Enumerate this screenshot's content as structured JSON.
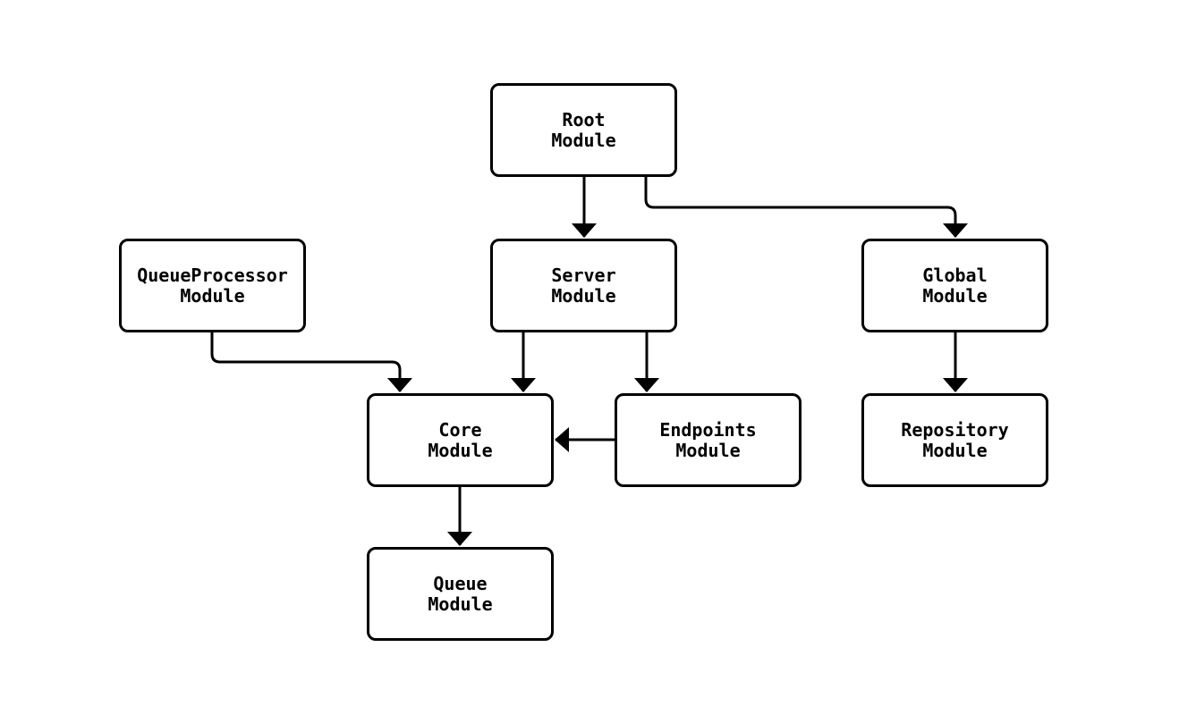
{
  "diagram": {
    "title": "",
    "background_color": "#ffffff",
    "node_fill_color": "#ffffff",
    "line_color": "#000000",
    "text_color": "#000000",
    "nodes": [
      {
        "id": "root",
        "lines": [
          "Root",
          "Module"
        ]
      },
      {
        "id": "queueprocessor",
        "lines": [
          "QueueProcessor",
          "Module"
        ]
      },
      {
        "id": "server",
        "lines": [
          "Server",
          "Module"
        ]
      },
      {
        "id": "global",
        "lines": [
          "Global",
          "Module"
        ]
      },
      {
        "id": "core",
        "lines": [
          "Core",
          "Module"
        ]
      },
      {
        "id": "endpoints",
        "lines": [
          "Endpoints",
          "Module"
        ]
      },
      {
        "id": "repository",
        "lines": [
          "Repository",
          "Module"
        ]
      },
      {
        "id": "queue",
        "lines": [
          "Queue",
          "Module"
        ]
      }
    ],
    "edges": [
      {
        "from": "root",
        "to": "server"
      },
      {
        "from": "root",
        "to": "global"
      },
      {
        "from": "queueprocessor",
        "to": "core"
      },
      {
        "from": "server",
        "to": "core"
      },
      {
        "from": "server",
        "to": "endpoints"
      },
      {
        "from": "global",
        "to": "repository"
      },
      {
        "from": "endpoints",
        "to": "core"
      },
      {
        "from": "core",
        "to": "queue"
      }
    ]
  }
}
